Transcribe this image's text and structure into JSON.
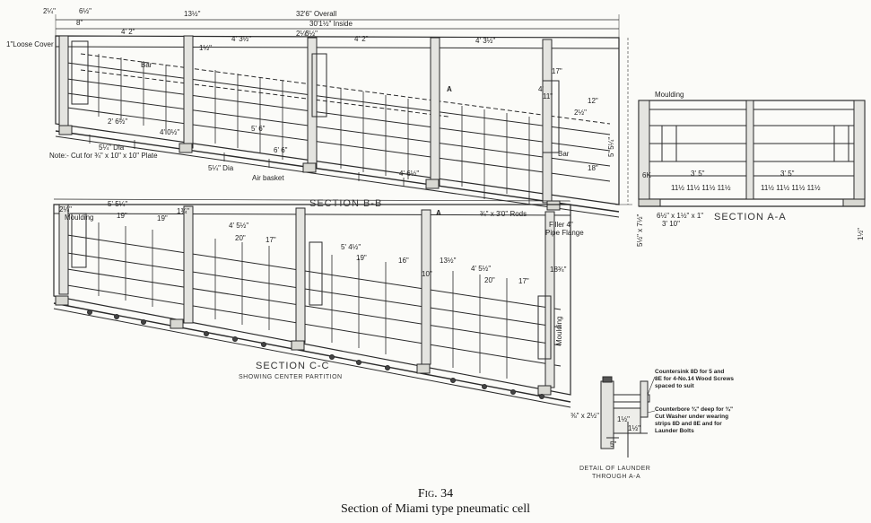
{
  "figure": {
    "number": "Fig. 34",
    "title": "Section of Miami type pneumatic cell"
  },
  "section_bb": {
    "title": "SECTION B-B",
    "dims": {
      "overall": "32'6\" Overall",
      "inside": "30'1½\" Inside",
      "left_a": "2¼\"",
      "left_b": "6½\"",
      "left_c": "8\"",
      "span1": "4' 2\"",
      "span2": "4' 3½\"",
      "span3": "4' 2\"",
      "span4": "4' 3½\"",
      "h_a": "1½\"",
      "h_b": "13½\"",
      "h_c": "2¼\"",
      "h_d": "6½\"",
      "h_e": "11\"",
      "h_f": "12\"",
      "h_g": "17\"",
      "h_h": "18\"",
      "depth": "5' 5¼\"",
      "d1": "2' 6½\"",
      "d2": "4' 0½\"",
      "d3": "6' 6\"",
      "d4": "4' 6½\"",
      "d5": "5' 6\"",
      "h_right": "2½\"",
      "h_right2": "4'"
    },
    "labels": {
      "loose_cover": "1\"Loose Cover",
      "bar1": "Bar",
      "bar2": "Bar",
      "dia1": "5¼\" Dia",
      "dia2": "5¼\" Dia",
      "note": "Note:- Cut for ¾\" x 10\" x 10\" Plate",
      "air_basket": "Air basket",
      "rods": "¾\" x 3'0\" Rods",
      "filler": "Filler 4\"",
      "pipe_flange": "Pipe Flange",
      "mark_a": "A",
      "mark_a2": "A"
    }
  },
  "section_aa": {
    "title": "SECTION A-A",
    "labels": {
      "moulding": "Moulding",
      "dim_1": "3' 5\"",
      "dim_2": "3' 5\"",
      "dim_3": "3' 10\"",
      "dim_4": "6½\" x 1½\" x 1\"",
      "dim_5": "6K",
      "dim_6": "5½\" x 7½\"",
      "dim_7": "1½\"",
      "row_left": "11½ 11½ 11½ 11½",
      "row_right": "11½ 11½ 11½ 11½"
    }
  },
  "section_cc": {
    "title": "SECTION C-C",
    "subtitle": "SHOWING CENTER PARTITION",
    "dims": {
      "span1": "5' 5¼\"",
      "span2": "4' 5½\"",
      "span3": "5' 4½\"",
      "span4": "4' 5½\"",
      "a": "2¼\"",
      "b": "19\"",
      "c": "19\"",
      "d": "1¾\"",
      "e": "20\"",
      "f": "17\"",
      "g": "19\"",
      "h": "16\"",
      "i": "20\"",
      "j": "17\"",
      "k": "13½\"",
      "l": "10\"",
      "m": "18¾\""
    },
    "labels": {
      "moulding1": "Moulding",
      "moulding2": "Moulding"
    }
  },
  "launder_detail": {
    "title_line1": "DETAIL OF LAUNDER",
    "title_line2": "THROUGH A-A",
    "note1_l1": "Countersink 8D for 5 and",
    "note1_l2": "8E for 4-No.14 Wood Screws",
    "note1_l3": "spaced to suit",
    "note2_l1": "Counterbore ¾\" deep for ¾\"",
    "note2_l2": "Cut Washer under wearing",
    "note2_l3": "strips 8D and 8E and for",
    "note2_l4": "Launder Bolts",
    "dim_side": "⅜\" x 2½\"",
    "dim_a": "1½\"",
    "dim_b": "1½\"",
    "dim_c": "5\""
  }
}
